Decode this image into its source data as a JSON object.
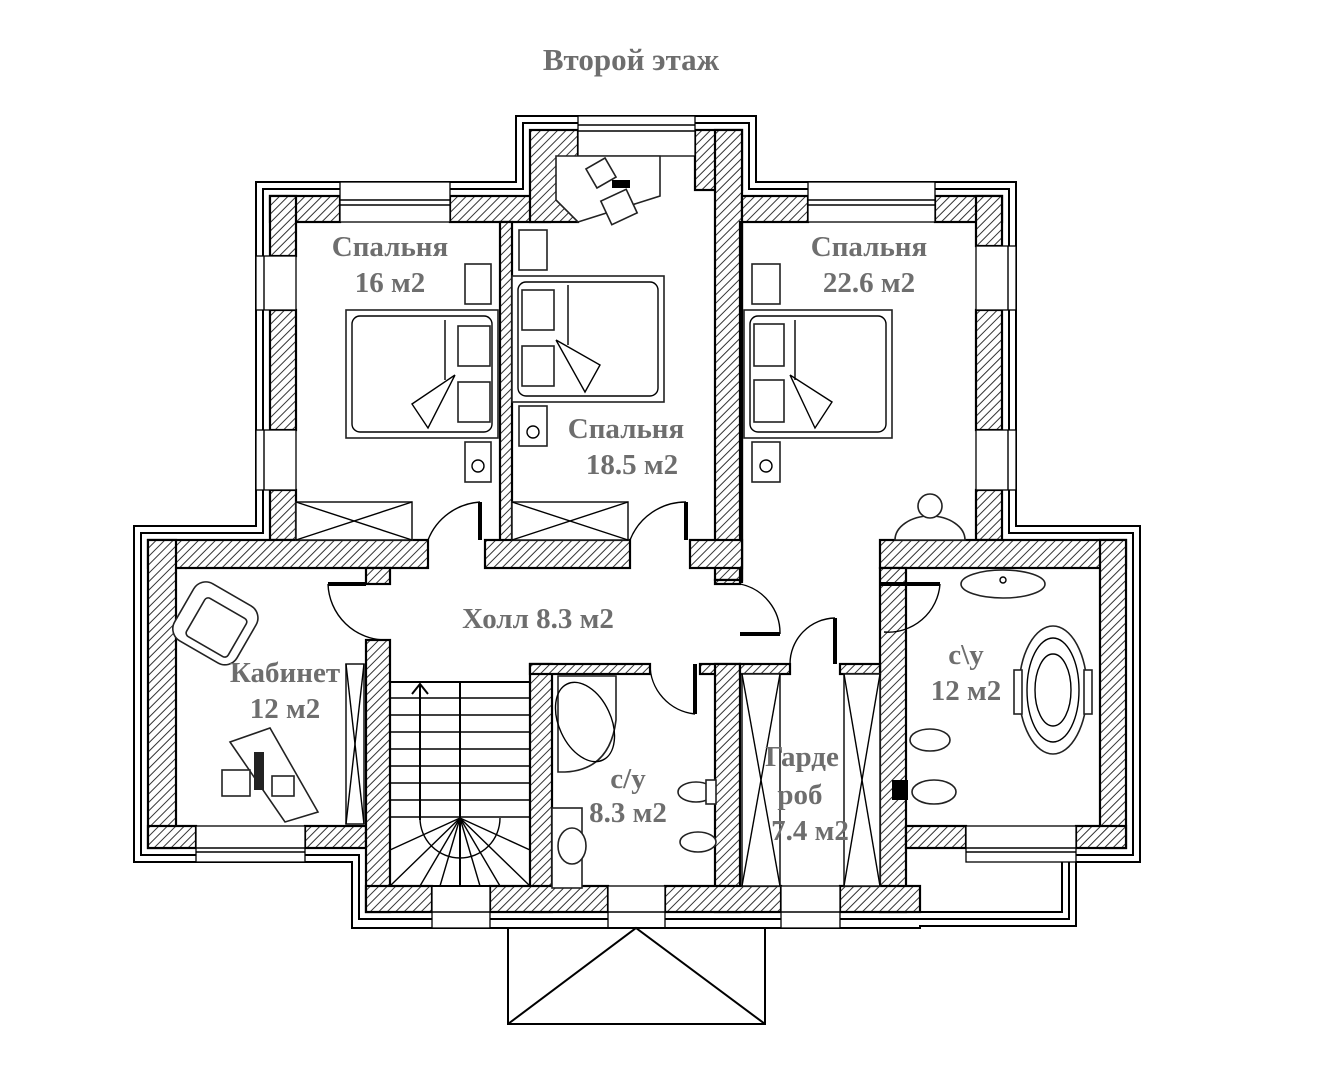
{
  "title": "Второй этаж",
  "rooms": [
    {
      "id": "bedroom-16",
      "name": "Спальня",
      "area": "16 м2"
    },
    {
      "id": "bedroom-18",
      "name": "Спальня",
      "area": "18.5 м2"
    },
    {
      "id": "bedroom-22",
      "name": "Спальня",
      "area": "22.6 м2"
    },
    {
      "id": "hall",
      "name": "Холл 8.3 м2"
    },
    {
      "id": "study",
      "name": "Кабинет",
      "area": "12 м2"
    },
    {
      "id": "bathroom-small",
      "name": "с/у",
      "area": "8.3 м2"
    },
    {
      "id": "wardrobe",
      "name": "Гарде",
      "name2": "роб",
      "area": "7.4 м2"
    },
    {
      "id": "bathroom-large",
      "name": "с\\у",
      "area": "12 м2"
    }
  ],
  "colors": {
    "label": "#6e6e6e",
    "line": "#000000",
    "background": "#ffffff"
  }
}
